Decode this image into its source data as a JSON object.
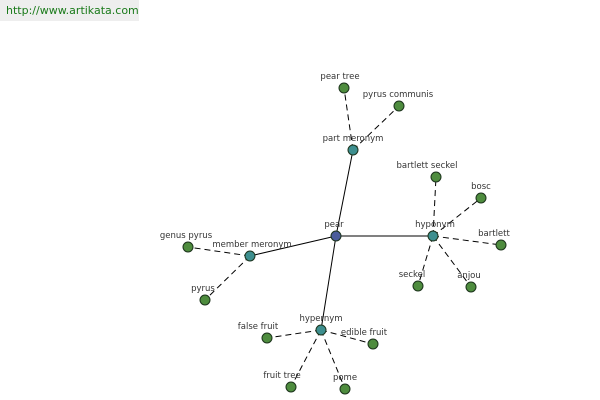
{
  "header": {
    "url": "http://www.artikata.com"
  },
  "colors": {
    "root": "#4b5c9b",
    "relation": "#3d8f8f",
    "leaf": "#4e8c3e",
    "edge": "#000000"
  },
  "graph": {
    "root": {
      "id": "pear",
      "label": "pear"
    },
    "relations": [
      {
        "id": "part-meronym",
        "label": "part meronym",
        "leaves": [
          {
            "id": "pear-tree",
            "label": "pear tree"
          },
          {
            "id": "pyrus-communis",
            "label": "pyrus communis"
          }
        ]
      },
      {
        "id": "hyponym",
        "label": "hyponym",
        "leaves": [
          {
            "id": "bartlett-seckel",
            "label": "bartlett seckel"
          },
          {
            "id": "bosc",
            "label": "bosc"
          },
          {
            "id": "bartlett",
            "label": "bartlett"
          },
          {
            "id": "anjou",
            "label": "anjou"
          },
          {
            "id": "seckel",
            "label": "seckel"
          }
        ]
      },
      {
        "id": "member-meronym",
        "label": "member meronym",
        "leaves": [
          {
            "id": "genus-pyrus",
            "label": "genus pyrus"
          },
          {
            "id": "pyrus",
            "label": "pyrus"
          }
        ]
      },
      {
        "id": "hypernym",
        "label": "hypernym",
        "leaves": [
          {
            "id": "false-fruit",
            "label": "false fruit"
          },
          {
            "id": "edible-fruit",
            "label": "edible fruit"
          },
          {
            "id": "fruit-tree",
            "label": "fruit tree"
          },
          {
            "id": "pome",
            "label": "pome"
          }
        ]
      }
    ]
  }
}
